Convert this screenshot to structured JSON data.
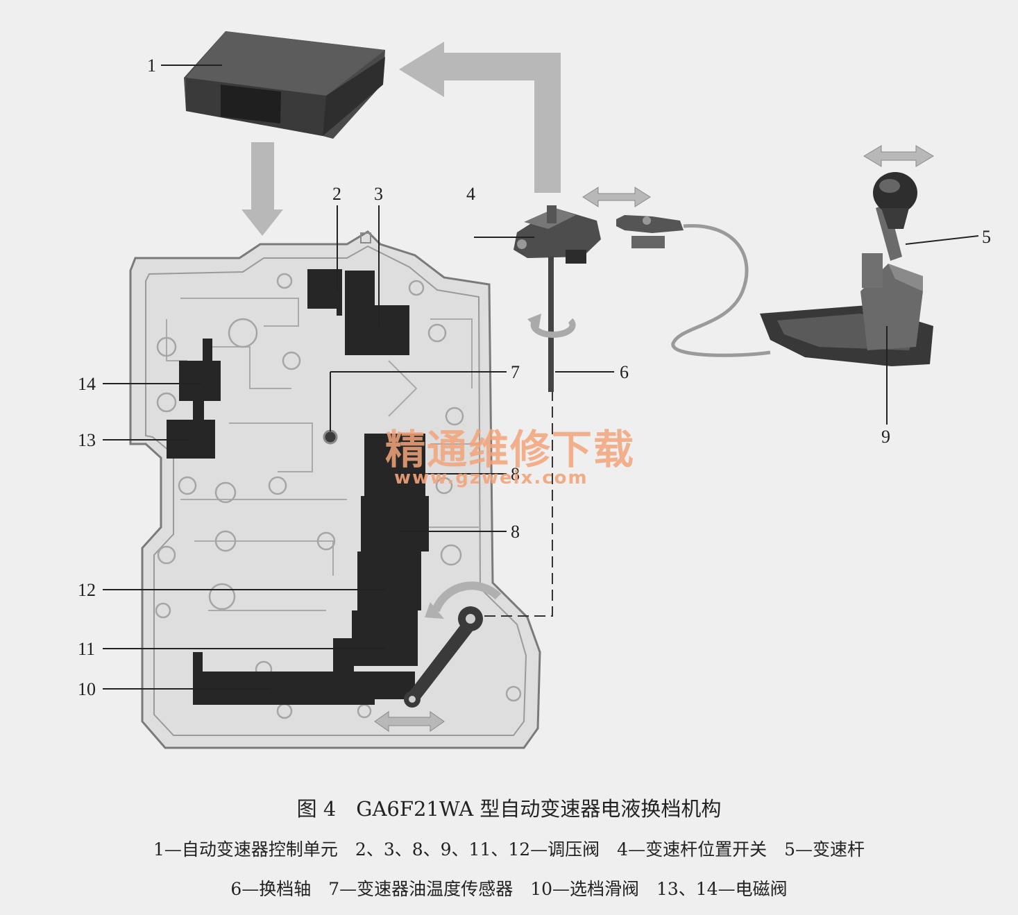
{
  "labels": {
    "n1": "1",
    "n2": "2",
    "n3": "3",
    "n4": "4",
    "n5": "5",
    "n6": "6",
    "n7": "7",
    "n8a": "8",
    "n8b": "8",
    "n9": "9",
    "n10": "10",
    "n11": "11",
    "n12": "12",
    "n13": "13",
    "n14": "14"
  },
  "watermark": {
    "text": "精通维修下载",
    "url": "www.gzweix.com"
  },
  "caption": {
    "title": "图 4　GA6F21WA 型自动变速器电液换档机构",
    "legend_line1": "1—自动变速器控制单元　2、3、8、9、11、12—调压阀　4—变速杆位置开关　5—变速杆",
    "legend_line2": "6—换档轴　7—变速器油温度传感器　10—选档滑阀　13、14—电磁阀"
  },
  "colors": {
    "background": "#efefef",
    "arrow": "#b3b3b3",
    "valve_block": "#262626",
    "plate": "#dcdcdc",
    "watermark": "#f2a47a"
  }
}
